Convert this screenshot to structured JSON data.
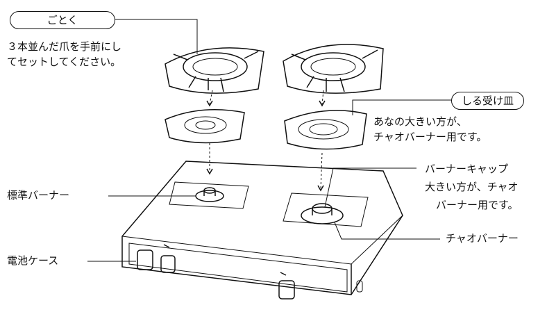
{
  "labels": {
    "gotoku_badge": "ごとく",
    "gotoku_note_line1": "３本並んだ爪を手前にし",
    "gotoku_note_line2": "てセットしてください。",
    "tray_badge": "しる受け皿",
    "tray_note_line1": "あなの大きい方が、",
    "tray_note_line2": "チャオバーナー用です。",
    "burner_cap_title": "バーナーキャップ",
    "burner_cap_note_line1": "大きい方が、チャオ",
    "burner_cap_note_line2": "バーナー用です。",
    "standard_burner": "標準バーナー",
    "chao_burner": "チャオバーナー",
    "battery_case": "電池ケース"
  }
}
